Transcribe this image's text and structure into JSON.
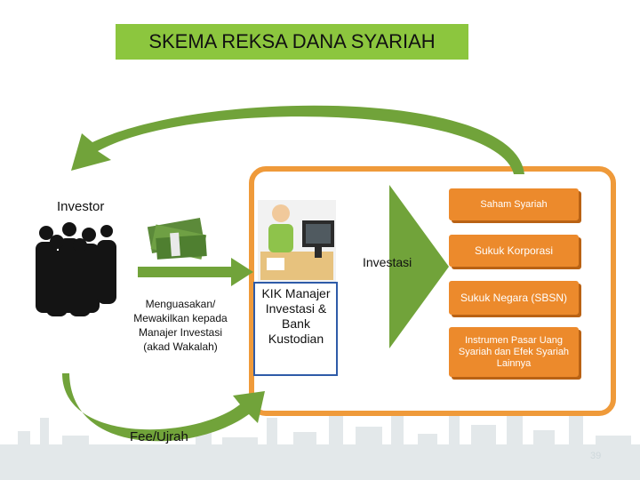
{
  "title": "SKEMA REKSA DANA SYARIAH",
  "investor_label": "Investor",
  "wakalah_text": "Menguasakan/ Mewakilkan kepada Manajer Investasi  (akad Wakalah)",
  "kik_text": "KIK Manajer Investasi & Bank Kustodian",
  "investasi_label": "Investasi",
  "fee_label": "Fee/Ujrah",
  "instruments": [
    "Saham Syariah",
    "Sukuk Korporasi",
    "Sukuk Negara (SBSN)",
    "Instrumen Pasar Uang Syariah dan Efek Syariah Lainnya"
  ],
  "page_number": "39",
  "colors": {
    "title_bg": "#8cc63e",
    "arrow_green": "#71a33a",
    "pill_orange": "#ec8a2c",
    "frame_orange": "#ef9a3a"
  }
}
